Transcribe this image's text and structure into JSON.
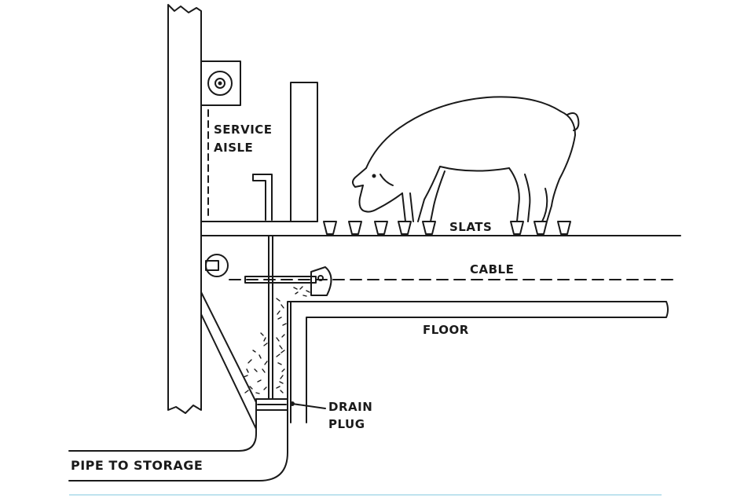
{
  "diagram": {
    "labels": {
      "service_aisle_line1": "SERVICE",
      "service_aisle_line2": "AISLE",
      "slats": "SLATS",
      "cable": "CABLE",
      "floor": "FLOOR",
      "drain_line1": "DRAIN",
      "drain_line2": "PLUG",
      "pipe": "PIPE TO STORAGE"
    },
    "colors": {
      "ink": "#1a1a1a",
      "accent_line": "#bfe3ee"
    }
  }
}
